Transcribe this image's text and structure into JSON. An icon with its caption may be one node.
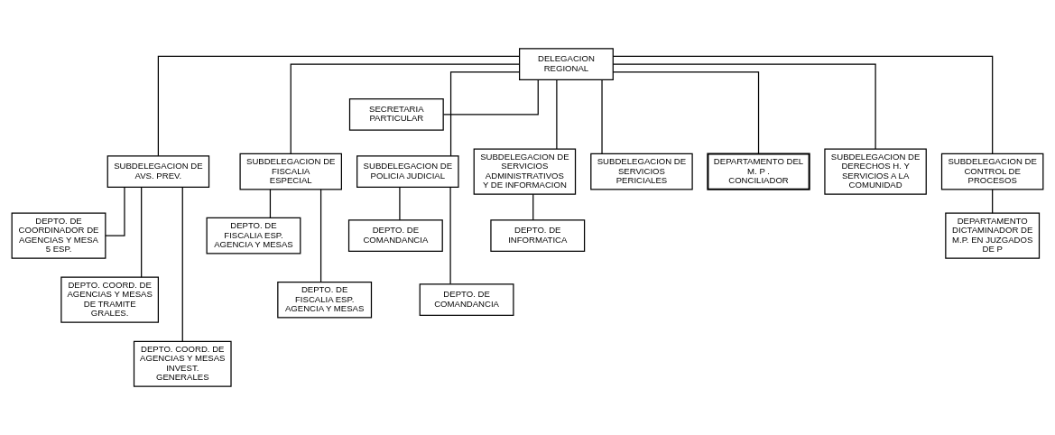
{
  "diagram": {
    "nodes": [
      {
        "text": [
          "DELEGACION REGIONAL"
        ]
      },
      {
        "text": [
          "SECRETARIA PARTICULAR"
        ]
      },
      {
        "text": [
          "SUBDELEGACION DE AVS. PREV."
        ]
      },
      {
        "text": [
          "SUBDELEGACION DE FISCALIA ESPECIAL"
        ]
      },
      {
        "text": [
          "SUBDELEGACION DE POLICIA JUDICIAL"
        ]
      },
      {
        "text": [
          "SUBDELEGACION DE SERVICIOS ADMINISTRATIVOS Y DE INFORMACION"
        ]
      },
      {
        "text": [
          "SUBDELEGACION DE SERVICIOS PERICIALES"
        ]
      },
      {
        "text": [
          "DEPARTAMENTO DEL M. P . CONCILIADOR"
        ]
      },
      {
        "text": [
          "SUBDELEGACION DE DERECHOS H. Y SERVICIOS A LA COMUNIDAD"
        ]
      },
      {
        "text": [
          "SUBDELEGACION DE CONTROL DE PROCESOS"
        ]
      },
      {
        "text": [
          "DEPTO. DE COORDINADOR DE AGENCIAS Y MESA 5 ESP."
        ]
      },
      {
        "text": [
          "DEPTO. COORD. DE AGENCIAS Y MESAS DE TRAMITE GRALES."
        ]
      },
      {
        "text": [
          "DEPTO. COORD. DE AGENCIAS Y MESAS INVEST. GENERALES"
        ]
      },
      {
        "text": [
          "DEPTO. DE FISCALIA ESP. AGENCIA Y MESAS"
        ]
      },
      {
        "text": [
          "DEPTO. DE FISCALIA ESP. AGENCIA Y MESAS"
        ]
      },
      {
        "text": [
          "DEPTO. DE COMANDANCIA"
        ]
      },
      {
        "text": [
          "DEPTO. DE COMANDANCIA"
        ]
      },
      {
        "text": [
          "DEPTO. DE INFORMATICA"
        ]
      },
      {
        "text": [
          "DEPARTAMENTO DICTAMINADOR DE M.P. EN JUZGADOS DE P"
        ]
      }
    ],
    "edges": [
      {
        "from": 0,
        "to": 1,
        "arrow": "none"
      },
      {
        "from": 0,
        "to": 2,
        "arrow": "none"
      },
      {
        "from": 0,
        "to": 3,
        "arrow": "none"
      },
      {
        "from": 0,
        "to": 4,
        "arrow": "none"
      },
      {
        "from": 0,
        "to": 5,
        "arrow": "none"
      },
      {
        "from": 0,
        "to": 6,
        "arrow": "none"
      },
      {
        "from": 0,
        "to": 7,
        "arrow": "none"
      },
      {
        "from": 0,
        "to": 8,
        "arrow": "none"
      },
      {
        "from": 0,
        "to": 9,
        "arrow": "none"
      },
      {
        "from": 2,
        "to": 10,
        "arrow": "none"
      },
      {
        "from": 2,
        "to": 11,
        "arrow": "none"
      },
      {
        "from": 2,
        "to": 12,
        "arrow": "none"
      },
      {
        "from": 3,
        "to": 13,
        "arrow": "none"
      },
      {
        "from": 3,
        "to": 14,
        "arrow": "none"
      },
      {
        "from": 4,
        "to": 15,
        "arrow": "none"
      },
      {
        "from": 4,
        "to": 16,
        "arrow": "none"
      },
      {
        "from": 5,
        "to": 17,
        "arrow": "none"
      },
      {
        "from": 9,
        "to": 18,
        "arrow": "none"
      }
    ]
  }
}
